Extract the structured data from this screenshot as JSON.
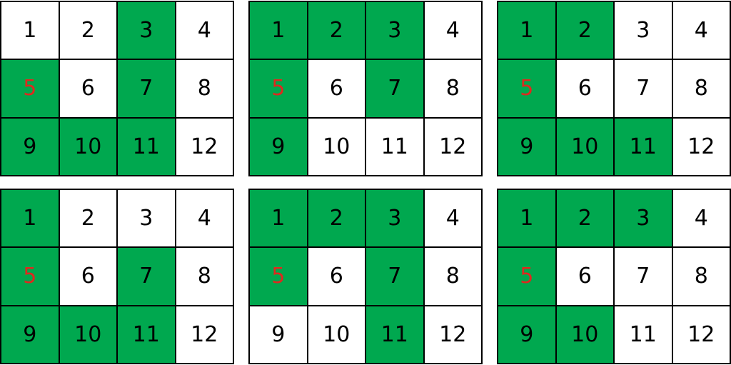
{
  "colors": {
    "filled": "#00a84f",
    "empty": "#ffffff",
    "border": "#000000",
    "text": "#000000",
    "highlight_text": "#e0281e"
  },
  "highlight_cell": 5,
  "grids": [
    {
      "cells": [
        {
          "label": "1",
          "filled": false
        },
        {
          "label": "2",
          "filled": false
        },
        {
          "label": "3",
          "filled": true
        },
        {
          "label": "4",
          "filled": false
        },
        {
          "label": "5",
          "filled": true
        },
        {
          "label": "6",
          "filled": false
        },
        {
          "label": "7",
          "filled": true
        },
        {
          "label": "8",
          "filled": false
        },
        {
          "label": "9",
          "filled": true
        },
        {
          "label": "10",
          "filled": true
        },
        {
          "label": "11",
          "filled": true
        },
        {
          "label": "12",
          "filled": false
        }
      ]
    },
    {
      "cells": [
        {
          "label": "1",
          "filled": true
        },
        {
          "label": "2",
          "filled": true
        },
        {
          "label": "3",
          "filled": true
        },
        {
          "label": "4",
          "filled": false
        },
        {
          "label": "5",
          "filled": true
        },
        {
          "label": "6",
          "filled": false
        },
        {
          "label": "7",
          "filled": true
        },
        {
          "label": "8",
          "filled": false
        },
        {
          "label": "9",
          "filled": true
        },
        {
          "label": "10",
          "filled": false
        },
        {
          "label": "11",
          "filled": false
        },
        {
          "label": "12",
          "filled": false
        }
      ]
    },
    {
      "cells": [
        {
          "label": "1",
          "filled": true
        },
        {
          "label": "2",
          "filled": true
        },
        {
          "label": "3",
          "filled": false
        },
        {
          "label": "4",
          "filled": false
        },
        {
          "label": "5",
          "filled": true
        },
        {
          "label": "6",
          "filled": false
        },
        {
          "label": "7",
          "filled": false
        },
        {
          "label": "8",
          "filled": false
        },
        {
          "label": "9",
          "filled": true
        },
        {
          "label": "10",
          "filled": true
        },
        {
          "label": "11",
          "filled": true
        },
        {
          "label": "12",
          "filled": false
        }
      ]
    },
    {
      "cells": [
        {
          "label": "1",
          "filled": true
        },
        {
          "label": "2",
          "filled": false
        },
        {
          "label": "3",
          "filled": false
        },
        {
          "label": "4",
          "filled": false
        },
        {
          "label": "5",
          "filled": true
        },
        {
          "label": "6",
          "filled": false
        },
        {
          "label": "7",
          "filled": true
        },
        {
          "label": "8",
          "filled": false
        },
        {
          "label": "9",
          "filled": true
        },
        {
          "label": "10",
          "filled": true
        },
        {
          "label": "11",
          "filled": true
        },
        {
          "label": "12",
          "filled": false
        }
      ]
    },
    {
      "cells": [
        {
          "label": "1",
          "filled": true
        },
        {
          "label": "2",
          "filled": true
        },
        {
          "label": "3",
          "filled": true
        },
        {
          "label": "4",
          "filled": false
        },
        {
          "label": "5",
          "filled": true
        },
        {
          "label": "6",
          "filled": false
        },
        {
          "label": "7",
          "filled": true
        },
        {
          "label": "8",
          "filled": false
        },
        {
          "label": "9",
          "filled": false
        },
        {
          "label": "10",
          "filled": false
        },
        {
          "label": "11",
          "filled": true
        },
        {
          "label": "12",
          "filled": false
        }
      ]
    },
    {
      "cells": [
        {
          "label": "1",
          "filled": true
        },
        {
          "label": "2",
          "filled": true
        },
        {
          "label": "3",
          "filled": true
        },
        {
          "label": "4",
          "filled": false
        },
        {
          "label": "5",
          "filled": true
        },
        {
          "label": "6",
          "filled": false
        },
        {
          "label": "7",
          "filled": false
        },
        {
          "label": "8",
          "filled": false
        },
        {
          "label": "9",
          "filled": true
        },
        {
          "label": "10",
          "filled": true
        },
        {
          "label": "11",
          "filled": false
        },
        {
          "label": "12",
          "filled": false
        }
      ]
    }
  ]
}
